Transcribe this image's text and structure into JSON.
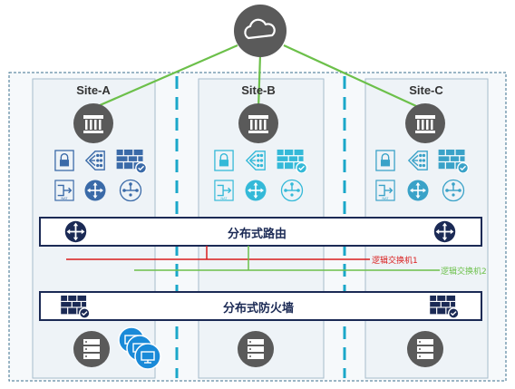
{
  "sites": [
    {
      "label": "Site-A"
    },
    {
      "label": "Site-B"
    },
    {
      "label": "Site-C"
    }
  ],
  "bands": {
    "router_label": "分布式路由",
    "firewall_label": "分布式防火墙"
  },
  "switches": [
    {
      "label": "逻辑交换机1",
      "color": "#d91c1c"
    },
    {
      "label": "逻辑交换机2",
      "color": "#6cc04a"
    }
  ],
  "icons": {
    "cloud": "cloud-icon",
    "gateway": "gateway-icon",
    "lock": "lock-icon",
    "load_balancer": "load-balancer-icon",
    "firewall": "firewall-icon",
    "nat": "nat-icon",
    "router": "router-icon",
    "hub": "hub-icon",
    "server": "server-icon",
    "vm": "vm-icon"
  },
  "colors": {
    "navy": "#1b2a55",
    "dark_gray": "#5a5a5a",
    "site_a_icon": "#3a6aa8",
    "site_b_icon": "#34b9d8",
    "site_c_icon": "#3aa2c8",
    "uplink": "#6cc04a",
    "divider": "#1aa7c9",
    "vm_blue": "#1a8ad8"
  }
}
